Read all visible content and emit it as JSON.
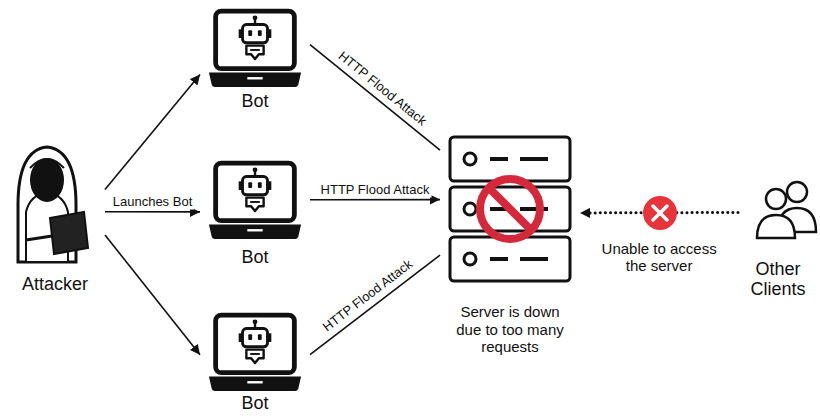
{
  "diagram": {
    "nodes": [
      {
        "text": [
          "Attacker"
        ]
      },
      {
        "text": [
          "Bot"
        ]
      },
      {
        "text": [
          "Bot"
        ]
      },
      {
        "text": [
          "Bot"
        ]
      },
      {
        "text": [
          "Server is down due to too many requests"
        ]
      },
      {
        "text": [
          "Other Clients"
        ]
      }
    ],
    "edges": [
      {
        "from": 0,
        "to": 1,
        "arrow": "to"
      },
      {
        "from": 0,
        "to": 2,
        "label": "Launches Bot",
        "arrow": "to"
      },
      {
        "from": 0,
        "to": 3,
        "arrow": "to"
      },
      {
        "from": 1,
        "to": 4,
        "label": "HTTP Flood Attack",
        "arrow": "none"
      },
      {
        "from": 2,
        "to": 4,
        "label": "HTTP Flood Attack",
        "arrow": "to"
      },
      {
        "from": 3,
        "to": 4,
        "label": "HTTP Flood Attack",
        "arrow": "none"
      },
      {
        "from": 5,
        "to": 4,
        "label": "Unable to access the server",
        "arrow": "to"
      }
    ]
  }
}
